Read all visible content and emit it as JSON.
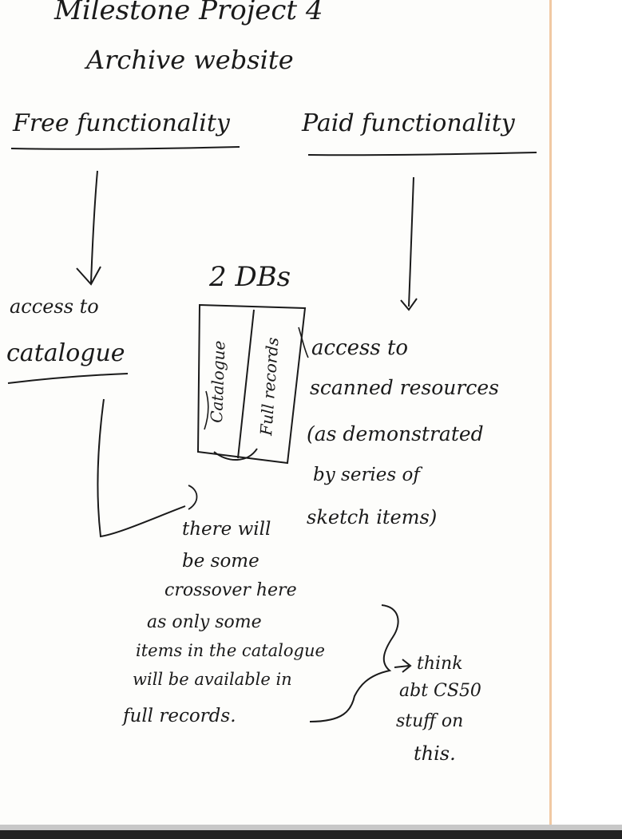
{
  "heading": {
    "line1": "Milestone Project 4",
    "line2": "Archive website"
  },
  "columns": {
    "free": "Free functionality",
    "paid": "Paid functionality"
  },
  "center": {
    "title": "2 DBs",
    "db_left": "Catalogue",
    "db_right": "Full records"
  },
  "free_result": {
    "line1": "access to",
    "line2": "catalogue"
  },
  "paid_result": {
    "line1": "access to",
    "line2": "scanned resources",
    "line3": "(as demonstrated",
    "line4": "by series of",
    "line5": "sketch items)"
  },
  "crossover_note": {
    "line1": "there will",
    "line2": "be some",
    "line3": "crossover here",
    "line4": "as only some",
    "line5": "items in the catalogue",
    "line6": "will be available in",
    "line7": "full records."
  },
  "side_note": {
    "line1": "think",
    "line2": "abt CS50",
    "line3": "stuff on",
    "line4": "this."
  }
}
